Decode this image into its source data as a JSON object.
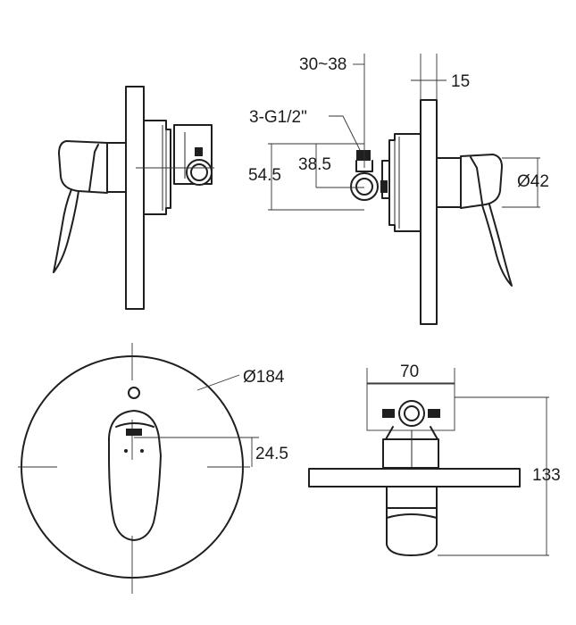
{
  "dimensions": {
    "d_30_38": "30~38",
    "d_15": "15",
    "thread": "3-G1/2\"",
    "d_54_5": "54.5",
    "d_38_5": "38.5",
    "d_42": "Ø42",
    "d_184": "Ø184",
    "d_24_5": "24.5",
    "d_70": "70",
    "d_133": "133"
  },
  "colors": {
    "line": "#1f1f1f",
    "background": "#ffffff"
  }
}
